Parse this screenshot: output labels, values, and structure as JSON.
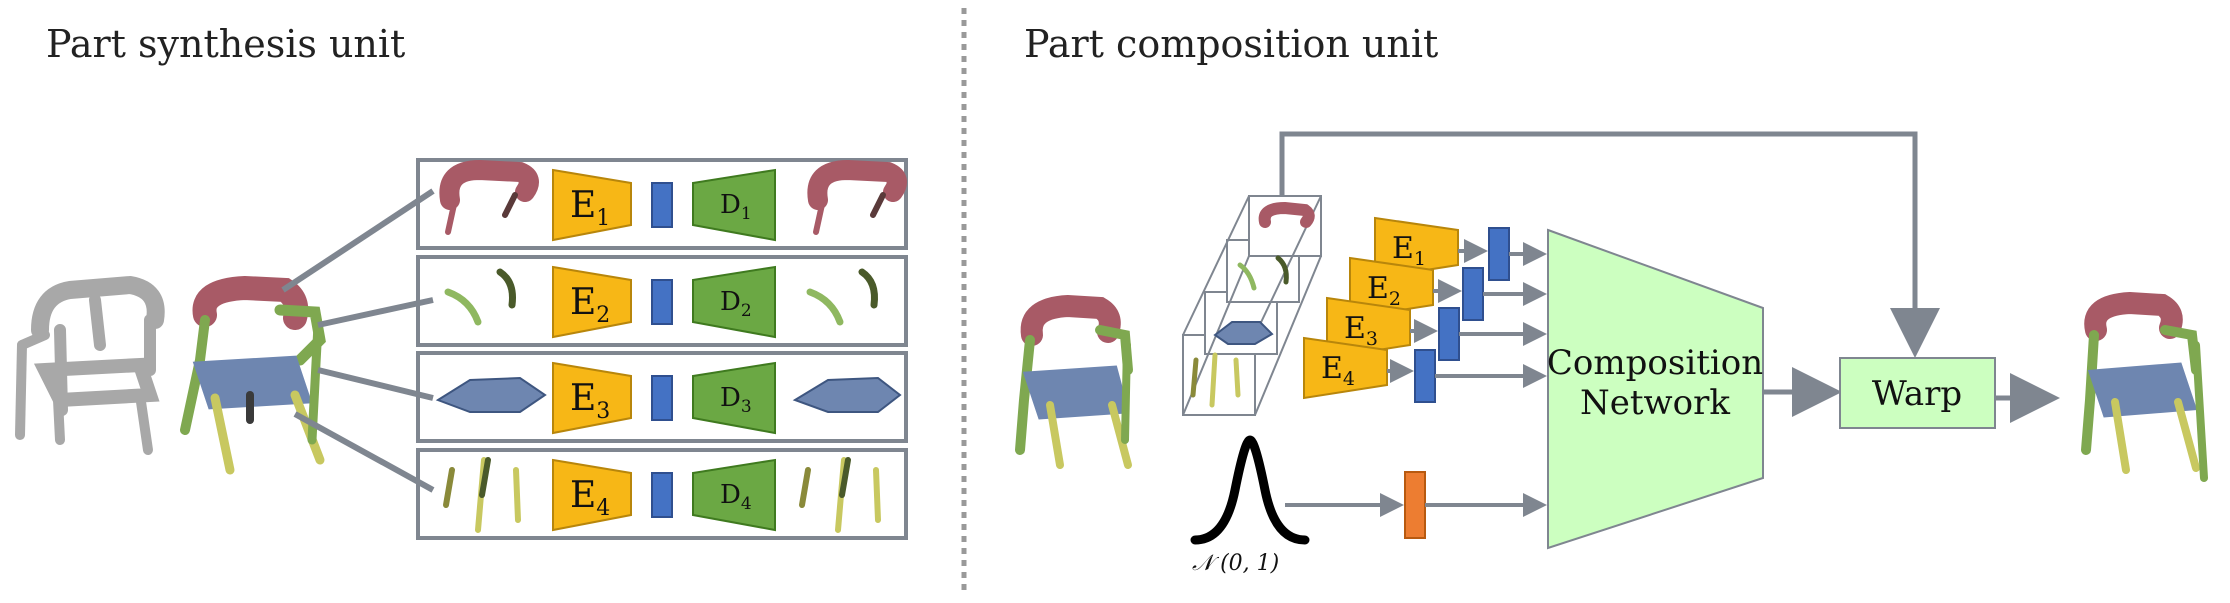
{
  "left_panel": {
    "title": "Part synthesis unit",
    "rows": [
      {
        "encoder": "E",
        "decoder": "D",
        "index": "1"
      },
      {
        "encoder": "E",
        "decoder": "D",
        "index": "2"
      },
      {
        "encoder": "E",
        "decoder": "D",
        "index": "3"
      },
      {
        "encoder": "E",
        "decoder": "D",
        "index": "4"
      }
    ]
  },
  "right_panel": {
    "title": "Part composition unit",
    "encoders": [
      {
        "label": "E",
        "index": "1"
      },
      {
        "label": "E",
        "index": "2"
      },
      {
        "label": "E",
        "index": "3"
      },
      {
        "label": "E",
        "index": "4"
      }
    ],
    "network_line1": "Composition",
    "network_line2": "Network",
    "warp_label": "Warp",
    "noise_label": "𝒩 (0, 1)"
  },
  "colors": {
    "encoder_fill": "#F7B716",
    "decoder_fill": "#6BA844",
    "latent_fill": "#4472C4",
    "noise_fill": "#ED7D31",
    "network_fill": "#CCFFC0",
    "box_stroke": "#7F8690",
    "part_back": "#A85A66",
    "part_legs": "#A8BE5A",
    "part_seat": "#6E86B0",
    "part_arms": "#7FA850",
    "gray_chair": "#A8A8A8"
  }
}
